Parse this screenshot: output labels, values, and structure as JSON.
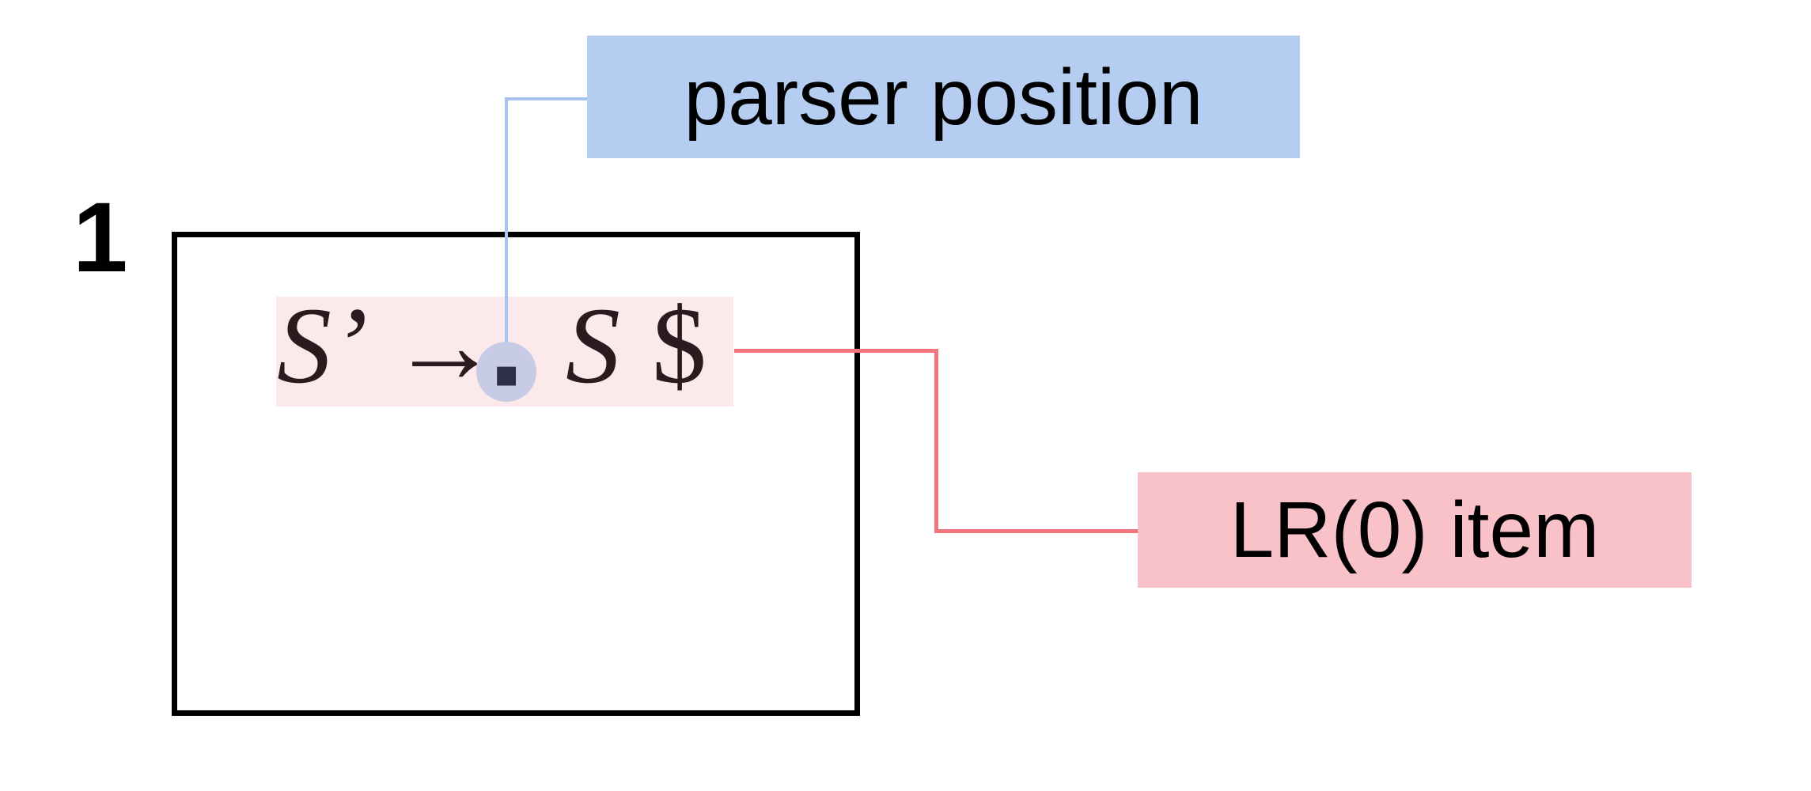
{
  "diagram": {
    "state": {
      "number": "1",
      "item": {
        "lhs": "S’",
        "arrow": "→",
        "dot_symbol": "▪",
        "rhs_first": "S",
        "rhs_second": "$"
      }
    },
    "callouts": {
      "parser_position": {
        "label": "parser position"
      },
      "lr0_item": {
        "label": "LR(0) item"
      }
    },
    "colors": {
      "box_border": "#000000",
      "item_highlight": "#fbe9eb",
      "item_text": "#2b1a1e",
      "dot_circle": "#c8cbe6",
      "dot": "#2f2e46",
      "blue_line": "#a8c3ee",
      "callout_blue_fill": "#b5cdf1",
      "red_line": "#f4757d",
      "callout_pink_fill": "#f8c2c8",
      "label_text": "#000000",
      "page_bg": "#ffffff"
    }
  }
}
